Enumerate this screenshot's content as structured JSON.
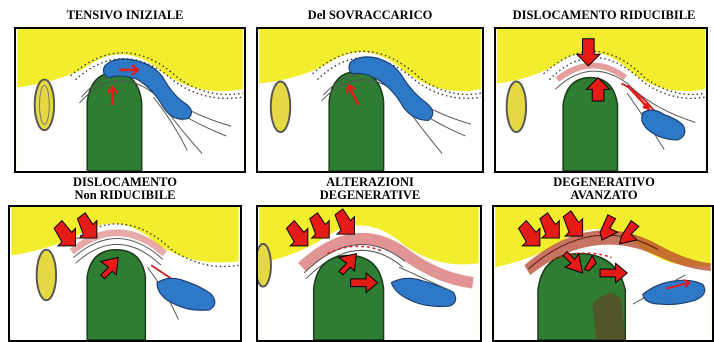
{
  "panels": [
    {
      "caption": [
        "TENSIVO  INIZIALE"
      ],
      "stage": "initial-tension"
    },
    {
      "caption": [
        "Del SOVRACCARICO"
      ],
      "stage": "overload"
    },
    {
      "caption": [
        "DISLOCAMENTO RIDUCIBILE"
      ],
      "stage": "reducible-displacement"
    },
    {
      "caption": [
        "DISLOCAMENTO",
        "Non RIDUCIBILE"
      ],
      "stage": "non-reducible-displacement"
    },
    {
      "caption": [
        "ALTERAZIONI",
        "DEGENERATIVE"
      ],
      "stage": "degenerative-changes"
    },
    {
      "caption": [
        "DEGENERATIVO",
        "AVANZATO"
      ],
      "stage": "advanced-degenerative"
    }
  ],
  "colors": {
    "background": "#f2ee2e",
    "condyle": "#2e7d32",
    "disc": "#2e78c8",
    "arrow": "#e41b17",
    "ear": "#e6d842"
  },
  "icons": [
    "ear-canal-icon",
    "condyle-icon",
    "articular-disc-icon",
    "force-arrow-icon"
  ]
}
